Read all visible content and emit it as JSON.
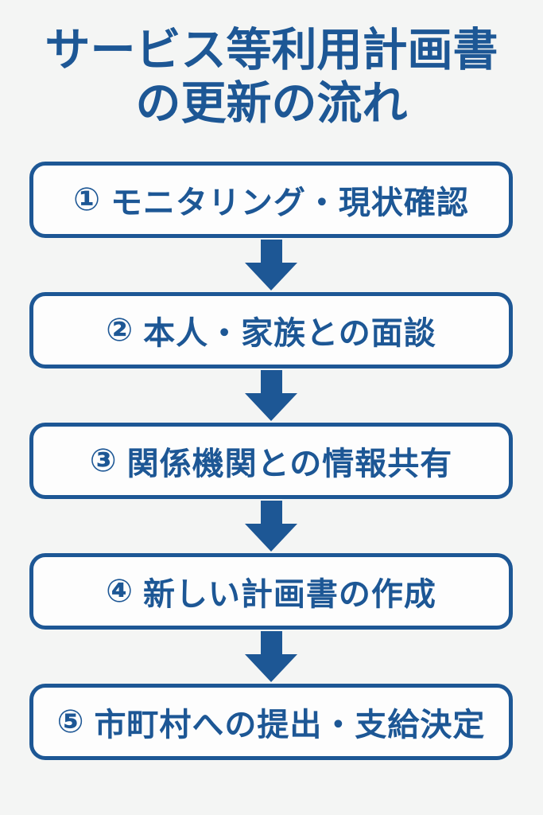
{
  "header": {
    "title_line1": "サービス等利用計画書",
    "title_line2": "の更新の流れ"
  },
  "colors": {
    "primary_blue": "#1d5795",
    "background": "#f4f5f4",
    "box_background": "#fdfdfd"
  },
  "flow": {
    "steps": [
      {
        "number": "①",
        "text": "モニタリング・現状確認"
      },
      {
        "number": "②",
        "text": "本人・家族との面談"
      },
      {
        "number": "③",
        "text": "関係機関との情報共有"
      },
      {
        "number": "④",
        "text": "新しい計画書の作成"
      },
      {
        "number": "⑤",
        "text": "市町村への提出・支給決定"
      }
    ],
    "connector_icon": "down-arrow-icon"
  }
}
